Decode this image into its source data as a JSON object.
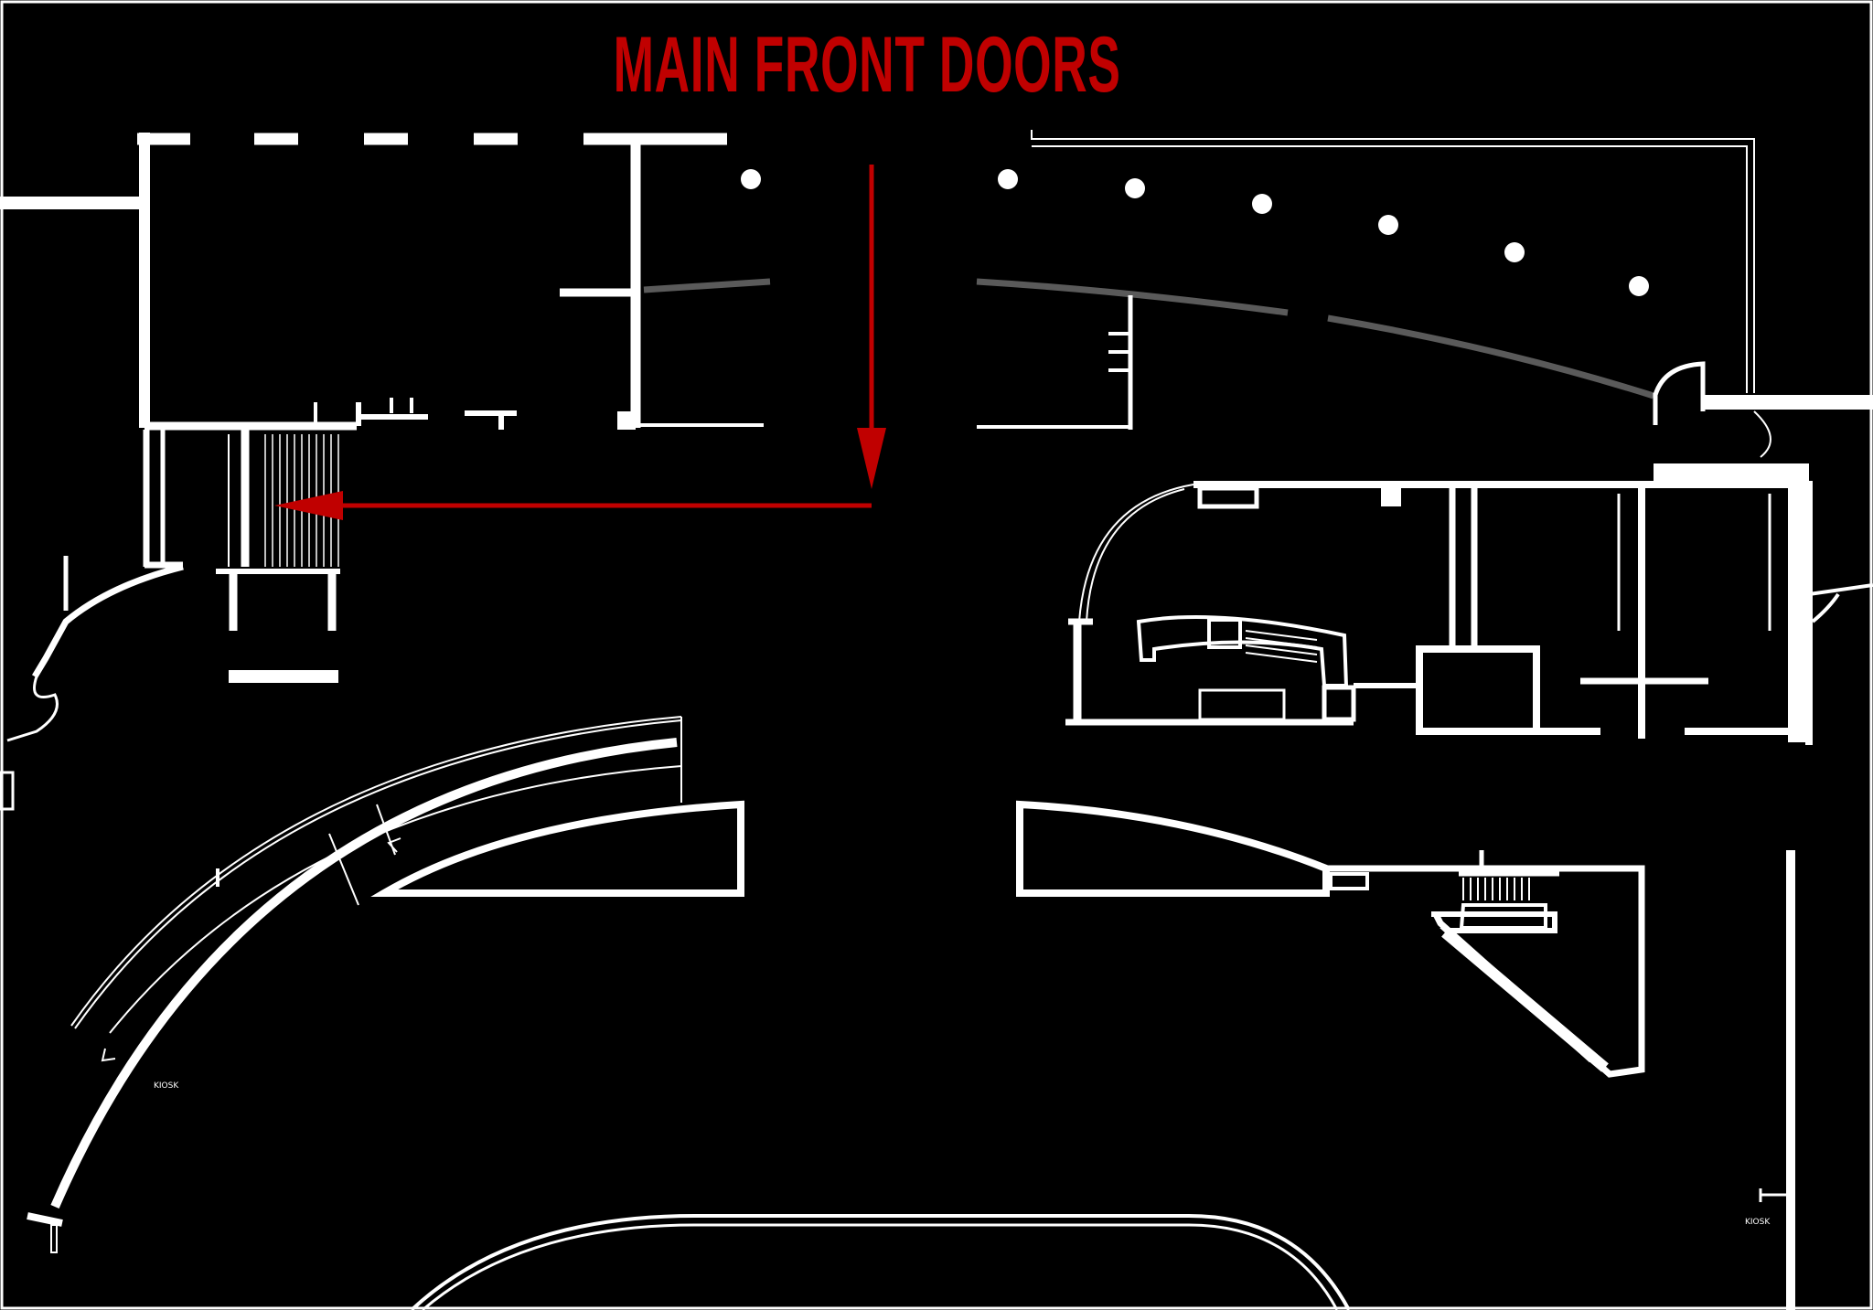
{
  "map": {
    "title": "MAIN FRONT DOORS",
    "kiosk_label_left": "KIOSK",
    "kiosk_label_right": "KIOSK"
  },
  "colors": {
    "background": "#000000",
    "walls": "#ffffff",
    "route": "#c00000",
    "curtain": "#5a5a5a"
  },
  "icons": {
    "route_arrow_down": "arrow-down-icon",
    "route_arrow_left": "arrow-left-icon"
  }
}
